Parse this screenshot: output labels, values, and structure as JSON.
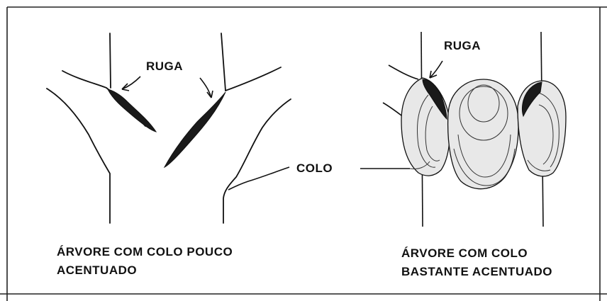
{
  "left_figure": {
    "ruga_label": "RUGA",
    "caption_line1": "ÁRVORE COM COLO POUCO",
    "caption_line2": "ACENTUADO"
  },
  "right_figure": {
    "ruga_label": "RUGA",
    "caption_line1": "ÁRVORE COM COLO",
    "caption_line2": "BASTANTE ACENTUADO"
  },
  "shared": {
    "colo_label": "COLO"
  },
  "colors": {
    "ink": "#111111",
    "bark_dark": "#1a1a1a",
    "collar_fill": "#e8e8e8",
    "border": "#222222"
  }
}
